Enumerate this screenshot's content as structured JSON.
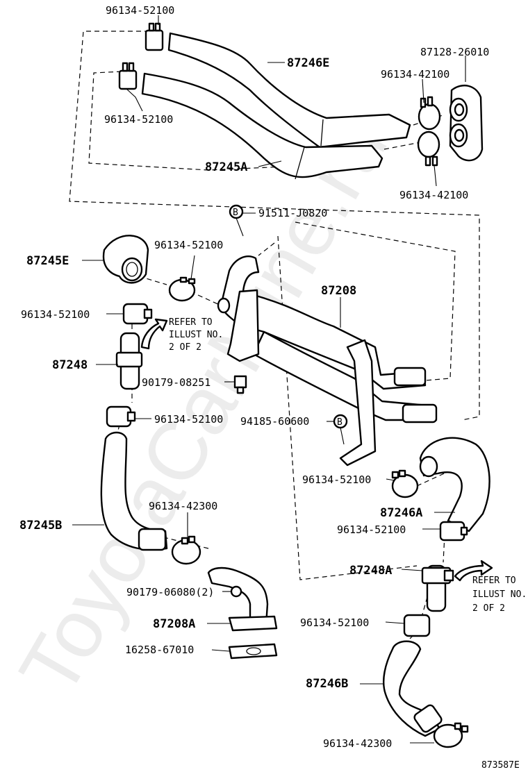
{
  "watermark": "ToyotaCarMine.ru",
  "figure_id": "873587E",
  "ref_b_symbol": "B",
  "refer_note_1": [
    "REFER TO",
    "ILLUST NO.",
    "2 OF 2"
  ],
  "refer_note_2": [
    "REFER TO",
    "ILLUST NO.",
    "2 OF 2"
  ],
  "labels": {
    "clamp_top_1": "96134-52100",
    "hose_87246E": "87246E",
    "gasket_87128": "87128-26010",
    "clamp_42100_a": "96134-42100",
    "clamp_top_2": "96134-52100",
    "hose_87245A": "87245A",
    "clamp_42100_b": "96134-42100",
    "bolt_91511": "91511-J0820",
    "hose_87245E": "87245E",
    "clamp_mid_1": "96134-52100",
    "pipe_87208": "87208",
    "clamp_mid_2": "96134-52100",
    "valve_87248": "87248",
    "nut_90179_08251": "90179-08251",
    "clamp_mid_3": "96134-52100",
    "bolt_94185": "94185-60600",
    "clamp_mid_4": "96134-52100",
    "hose_87246A": "87246A",
    "clamp_42300_a": "96134-42300",
    "hose_87245B": "87245B",
    "clamp_mid_5": "96134-52100",
    "valve_87248A": "87248A",
    "nut_90179_06080": "90179-06080(2)",
    "pipe_87208A": "87208A",
    "clamp_low_1": "96134-52100",
    "gasket_16258": "16258-67010",
    "hose_87246B": "87246B",
    "clamp_42300_b": "96134-42300"
  }
}
